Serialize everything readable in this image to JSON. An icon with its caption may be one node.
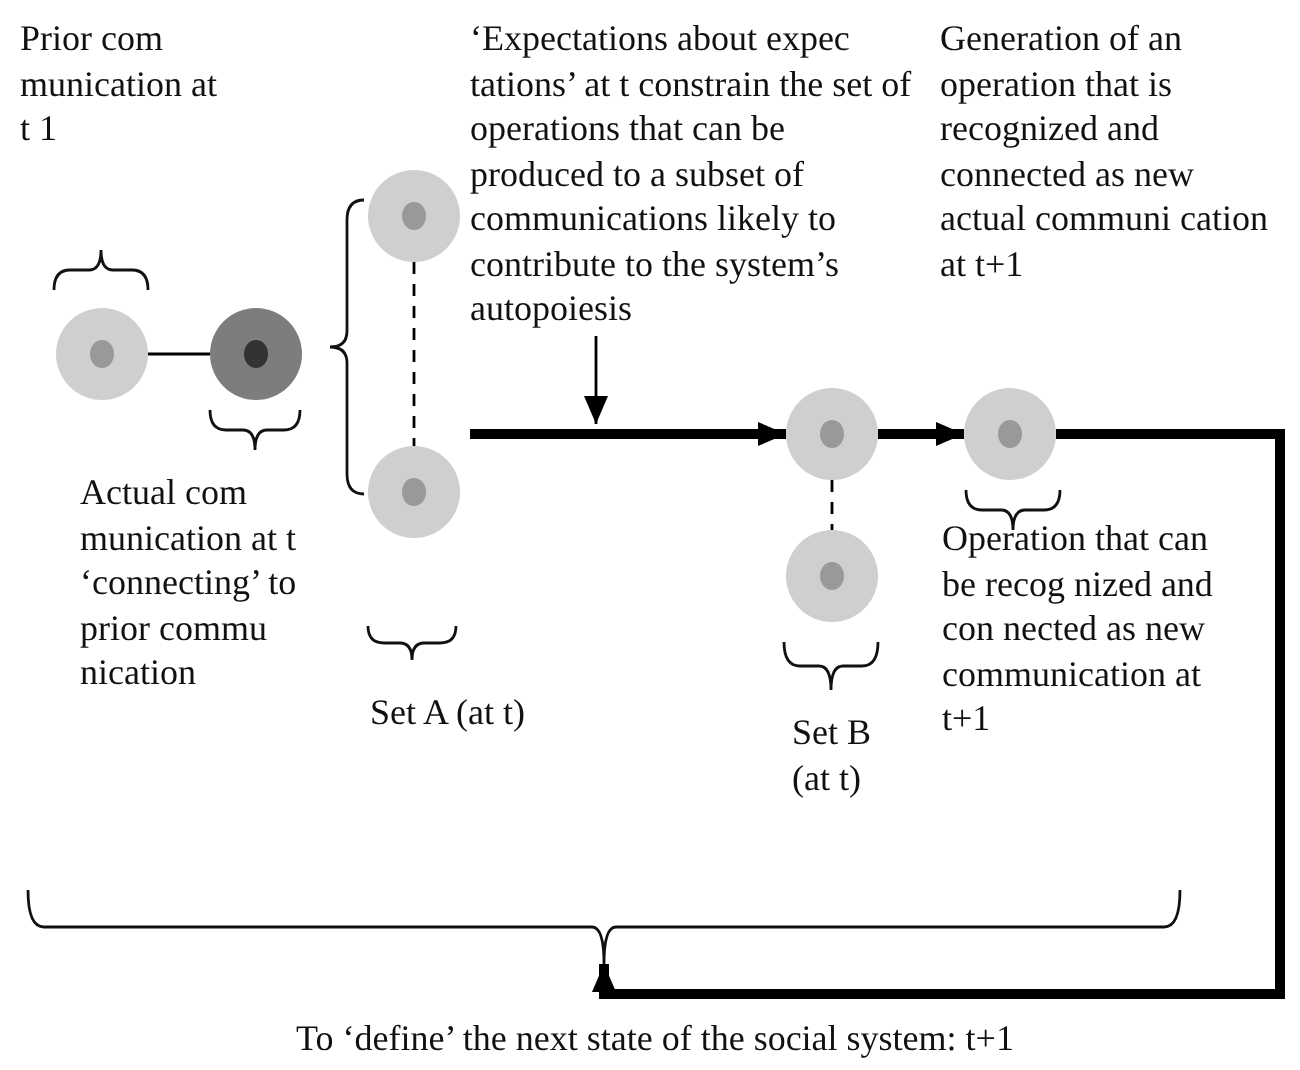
{
  "diagram": {
    "nodes": [
      {
        "text": [],
        "shape": "circle"
      },
      {
        "text": [],
        "shape": "circle",
        "beside": [
          "Actual com munication at t ‘connecting’ to prior commu nication"
        ]
      },
      {
        "text": [],
        "shape": "circle"
      },
      {
        "text": [],
        "shape": "circle"
      },
      {
        "text": [],
        "shape": "circle"
      },
      {
        "text": [],
        "shape": "circle",
        "beside": [
          "Set B (at t)"
        ]
      },
      {
        "text": [],
        "shape": "circle",
        "beside": [
          "Operation that can be recog nized and con nected as new communication at t+1"
        ]
      },
      {
        "text": [
          "‘Expectations about expec tations’ at t constrain the set of operations that can be produced to a subset of communications likely to contribute to the system’s autopoiesis"
        ]
      },
      {
        "text": [],
        "shape": "brace"
      }
    ],
    "edges": [
      {
        "from": 0,
        "to": 1,
        "arrow": "none"
      },
      {
        "from": 2,
        "to": 3,
        "arrow": "none",
        "style": "dashed"
      },
      {
        "from": 4,
        "to": 5,
        "arrow": "none",
        "style": "dashed"
      },
      {
        "from": null,
        "to": 4,
        "arrow": "to",
        "style": "thick"
      },
      {
        "from": 4,
        "to": 6,
        "arrow": "to",
        "style": "thick"
      },
      {
        "from": 6,
        "to": 8,
        "arrow": "to",
        "style": "thick"
      },
      {
        "from": 7,
        "to": null,
        "arrow": "to"
      }
    ],
    "labels": [
      "Prior com munication at t 1",
      "Generation of an operation that is recognized and connected as new actual communi cation at t+1",
      "Set A (at t)",
      "To ‘define’ the next state of the social system: t+1"
    ]
  }
}
